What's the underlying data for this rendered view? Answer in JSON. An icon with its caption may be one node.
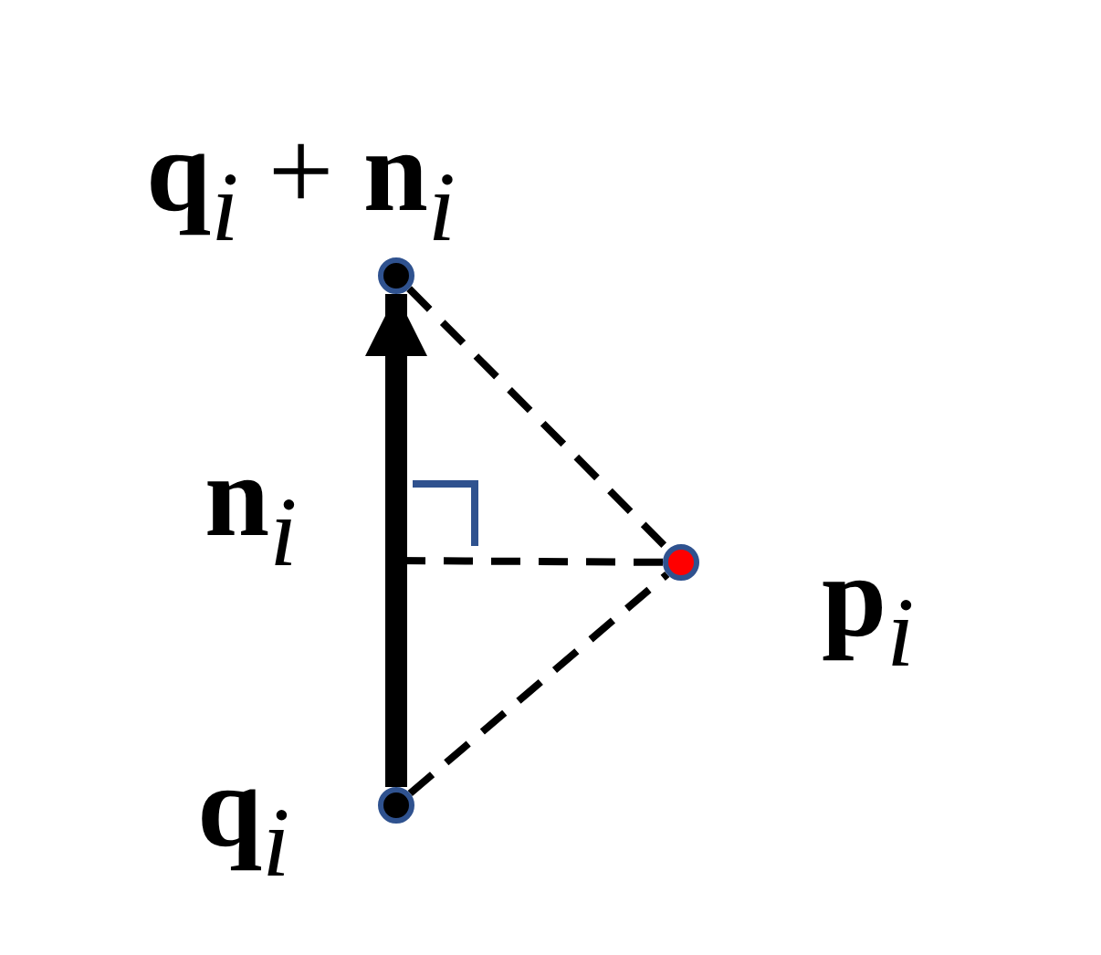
{
  "diagram": {
    "nodes": [
      {
        "text": [
          "**q**$_{i}$ + **n**$_{i}$"
        ]
      },
      {
        "text": [
          "**p**$_{i}$"
        ]
      },
      {
        "text": [
          "**q**$_{i}$"
        ]
      }
    ],
    "edges": [
      {
        "from": 2,
        "to": 0,
        "arrow": "to",
        "label": "**n**$_{i}$",
        "style": "thick"
      },
      {
        "from": 0,
        "to": 1,
        "arrow": "none",
        "style": "dashed"
      },
      {
        "from": 2,
        "to": 1,
        "arrow": "none",
        "style": "dashed"
      },
      {
        "from": 1,
        "to": null,
        "arrow": "none",
        "style": "dashed"
      }
    ]
  }
}
